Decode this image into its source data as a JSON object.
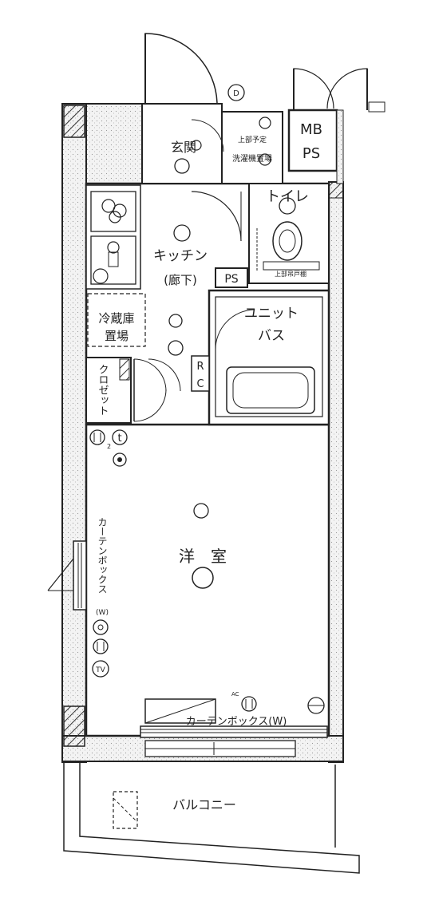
{
  "rooms": {
    "entrance": "玄関",
    "laundry_line1": "上部予定",
    "laundry_line2": "洗濯機置場",
    "mb": "MB",
    "mb_ps": "PS",
    "toilet": "トイレ",
    "toilet_shelf": "上部吊戸棚",
    "kitchen": "キッチン",
    "hallway": "(廊下)",
    "kitchen_ps": "PS",
    "fridge_line1": "冷蔵庫",
    "fridge_line2": "置場",
    "bath_line1": "ユニット",
    "bath_line2": "バス",
    "rc_r": "R",
    "rc_c": "C",
    "closet": "クロゼット",
    "western_room": "洋　室",
    "curtain_box_left": "カーテンボックス",
    "curtain_box_left_w": "(W)",
    "curtain_box_bottom": "カーテンボックス(W)",
    "balcony": "バルコニー"
  },
  "symbols": {
    "door_mark": "D",
    "phone": "t",
    "tv": "TV",
    "ac": "AC",
    "outlet_count": "2"
  }
}
